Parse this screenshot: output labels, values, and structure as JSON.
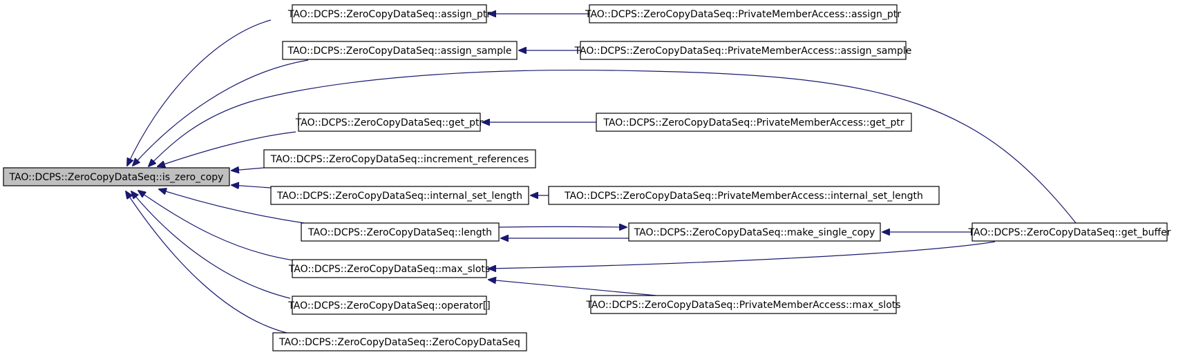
{
  "diagram": {
    "title": "",
    "nodes": [
      {
        "id": "is_zero_copy",
        "label": "TAO::DCPS::ZeroCopyDataSeq::is_zero_copy",
        "highlight": true
      },
      {
        "id": "assign_ptr",
        "label": "TAO::DCPS::ZeroCopyDataSeq::assign_ptr"
      },
      {
        "id": "assign_sample",
        "label": "TAO::DCPS::ZeroCopyDataSeq::assign_sample"
      },
      {
        "id": "get_ptr",
        "label": "TAO::DCPS::ZeroCopyDataSeq::get_ptr"
      },
      {
        "id": "increment_references",
        "label": "TAO::DCPS::ZeroCopyDataSeq::increment_references"
      },
      {
        "id": "internal_set_length",
        "label": "TAO::DCPS::ZeroCopyDataSeq::internal_set_length"
      },
      {
        "id": "length",
        "label": "TAO::DCPS::ZeroCopyDataSeq::length"
      },
      {
        "id": "max_slots",
        "label": "TAO::DCPS::ZeroCopyDataSeq::max_slots"
      },
      {
        "id": "operator_idx",
        "label": "TAO::DCPS::ZeroCopyDataSeq::operator[]"
      },
      {
        "id": "ctor",
        "label": "TAO::DCPS::ZeroCopyDataSeq::ZeroCopyDataSeq"
      },
      {
        "id": "pma_assign_ptr",
        "label": "TAO::DCPS::ZeroCopyDataSeq::PrivateMemberAccess::assign_ptr"
      },
      {
        "id": "pma_assign_sample",
        "label": "TAO::DCPS::ZeroCopyDataSeq::PrivateMemberAccess::assign_sample"
      },
      {
        "id": "pma_get_ptr",
        "label": "TAO::DCPS::ZeroCopyDataSeq::PrivateMemberAccess::get_ptr"
      },
      {
        "id": "pma_internal_set_length",
        "label": "TAO::DCPS::ZeroCopyDataSeq::PrivateMemberAccess::internal_set_length"
      },
      {
        "id": "make_single_copy",
        "label": "TAO::DCPS::ZeroCopyDataSeq::make_single_copy"
      },
      {
        "id": "pma_max_slots",
        "label": "TAO::DCPS::ZeroCopyDataSeq::PrivateMemberAccess::max_slots"
      },
      {
        "id": "get_buffer",
        "label": "TAO::DCPS::ZeroCopyDataSeq::get_buffer"
      }
    ],
    "edges": [
      {
        "from": "assign_ptr",
        "to": "is_zero_copy"
      },
      {
        "from": "assign_sample",
        "to": "is_zero_copy"
      },
      {
        "from": "get_buffer",
        "to": "is_zero_copy"
      },
      {
        "from": "get_ptr",
        "to": "is_zero_copy"
      },
      {
        "from": "increment_references",
        "to": "is_zero_copy"
      },
      {
        "from": "internal_set_length",
        "to": "is_zero_copy"
      },
      {
        "from": "length",
        "to": "is_zero_copy"
      },
      {
        "from": "max_slots",
        "to": "is_zero_copy"
      },
      {
        "from": "operator_idx",
        "to": "is_zero_copy"
      },
      {
        "from": "ctor",
        "to": "is_zero_copy"
      },
      {
        "from": "pma_assign_ptr",
        "to": "assign_ptr"
      },
      {
        "from": "pma_assign_sample",
        "to": "assign_sample"
      },
      {
        "from": "pma_get_ptr",
        "to": "get_ptr"
      },
      {
        "from": "pma_internal_set_length",
        "to": "internal_set_length"
      },
      {
        "from": "make_single_copy",
        "to": "length"
      },
      {
        "from": "length",
        "to": "make_single_copy"
      },
      {
        "from": "get_buffer",
        "to": "make_single_copy"
      },
      {
        "from": "get_buffer",
        "to": "max_slots"
      },
      {
        "from": "pma_max_slots",
        "to": "max_slots"
      }
    ]
  }
}
